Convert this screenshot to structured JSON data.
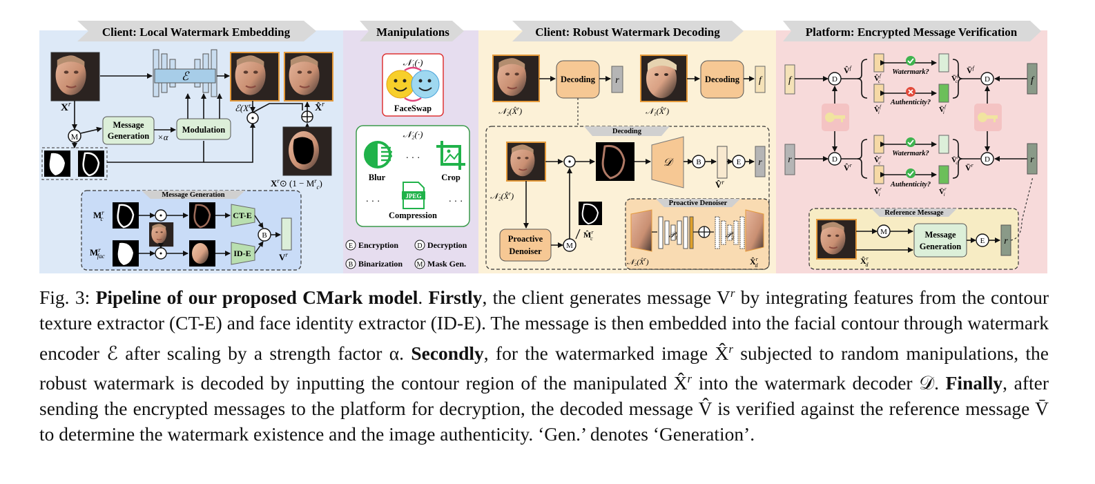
{
  "panels": {
    "embed": {
      "title": "Client: Local Watermark Embedding",
      "color": "#dde9f7"
    },
    "manip": {
      "title": "Manipulations",
      "color": "#e6ddef"
    },
    "decode": {
      "title": "Client: Robust Watermark Decoding",
      "color": "#fcf1d7"
    },
    "verify": {
      "title": "Platform: Encrypted Message Verification",
      "color": "#f7dada"
    }
  },
  "embed": {
    "input_label": "X",
    "input_sup": "r",
    "encoder_label": "ℰ",
    "message_gen_l1": "Message",
    "message_gen_l2": "Generation",
    "modulation": "Modulation",
    "alpha_label": "×α",
    "mask_node": "M",
    "encoded_label": "ℰ(X",
    "encoded_close": ")",
    "watermarked_label": "X̂",
    "contour_label": "X",
    "contour_rest": "⊙ (1 − M",
    "contour_close": ")",
    "sub_c": "c",
    "sub_fac": "fac",
    "msggen_box_title": "Message Generation",
    "mc_label": "M",
    "mfac_label": "M",
    "cte": "CT-E",
    "ide": "ID-E",
    "bin_node": "B",
    "v_label": "V"
  },
  "manip": {
    "n1": "𝒩₁(·)",
    "faceswap": "FaceSwap",
    "n2": "𝒩₂(·)",
    "blur": "Blur",
    "crop": "Crop",
    "jpeg": "JPEG",
    "compression": "Compression",
    "dots": "· · ·",
    "legend": [
      {
        "sym": "E",
        "text": "Encryption"
      },
      {
        "sym": "D",
        "text": "Decryption"
      },
      {
        "sym": "B",
        "text": "Binarization"
      },
      {
        "sym": "M",
        "text": "Mask Gen."
      }
    ]
  },
  "decode": {
    "decoding": "Decoding",
    "r": "r",
    "f": "f",
    "n2x": "𝒩₂(X̂",
    "n1x": "𝒩₁(X̂",
    "close": ")",
    "decoding_box_title": "Decoding",
    "decoder_label": "𝒟",
    "vhat": "V̂",
    "proactive_l1": "Proactive",
    "proactive_l2": "Denoiser",
    "mc_hat": "M̂",
    "pd_box_title": "Proactive Denoiser",
    "p1": "𝒫₁",
    "p2": "𝒫₂",
    "xd": "X̂",
    "sub_d": "d"
  },
  "verify": {
    "f": "f",
    "r": "r",
    "watermark_q": "Watermark?",
    "authenticity_q": "Authenticity?",
    "vhat": "V̂",
    "vbar": "V̄",
    "sub_c": "c",
    "sub_i": "i",
    "ref_title": "Reference Message",
    "msggen_l1": "Message",
    "msggen_l2": "Generation",
    "xd": "X̂",
    "sub_d": "d"
  },
  "caption": {
    "fig": "Fig. 3:",
    "title": "Pipeline of our proposed CMark model",
    "p1": ". ",
    "firstly": "Firstly",
    "p2": ", the client generates message V",
    "p3": " by integrating features from the contour texture extractor (CT-E) and face identity extractor (ID-E). The message is then embedded into the facial contour through watermark encoder ℰ after scaling by a strength factor α. ",
    "secondly": "Secondly",
    "p4": ", for the watermarked image X̂",
    "p5": " subjected to random manipulations, the robust watermark is decoded by inputting the contour region of the manipulated X̂",
    "p6": " into the watermark decoder 𝒟. ",
    "finally": "Finally",
    "p7": ", after sending the encrypted messages to the platform for decryption, the decoded message V̂ is verified against the reference message V̄ to determine the watermark existence and the image authenticity. ‘Gen.’ denotes ‘Generation’.",
    "sup_r": "r"
  }
}
